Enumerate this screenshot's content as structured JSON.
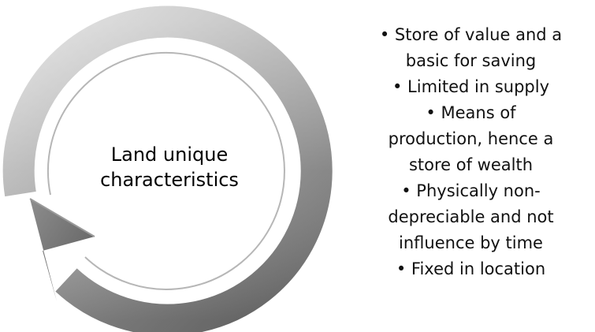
{
  "center_label": {
    "line1": "Land unique",
    "line2": "characteristics"
  },
  "bullets": [
    {
      "lines": [
        "• Store of value and a",
        "basic for saving"
      ]
    },
    {
      "lines": [
        "• Limited in supply"
      ]
    },
    {
      "lines": [
        "• Means of",
        "production, hence a",
        "store of wealth"
      ]
    },
    {
      "lines": [
        "• Physically non-",
        "depreciable and not",
        "influence by time"
      ]
    },
    {
      "lines": [
        "• Fixed in location"
      ]
    }
  ],
  "colors": {
    "arrow_light": "#d9d9d9",
    "arrow_mid": "#9e9e9e",
    "arrow_dark": "#5f5f5f",
    "text": "#000000"
  },
  "icons": {
    "cycle": "circular-arrow-icon"
  }
}
